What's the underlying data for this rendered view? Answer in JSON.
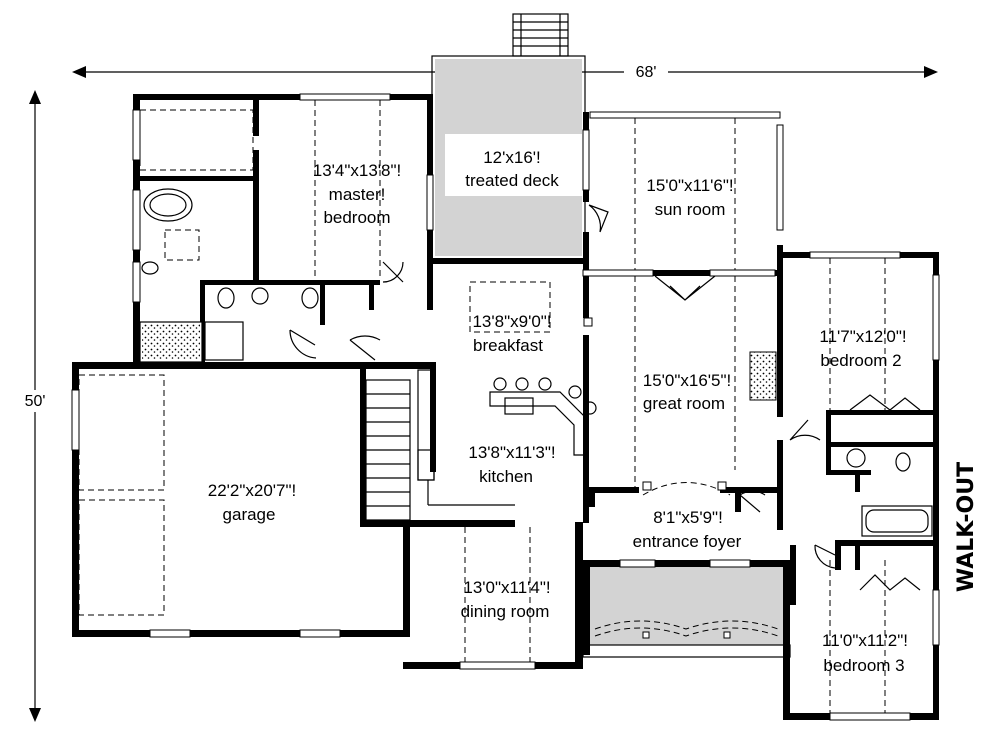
{
  "dimensions": {
    "width_total": "68'",
    "depth_total": "50'"
  },
  "rooms": {
    "master": {
      "size": "13'4\"x13'8\"!",
      "name1": "master!",
      "name2": "bedroom"
    },
    "deck": {
      "size": "12'x16'!",
      "name": "treated deck"
    },
    "sun": {
      "size": "15'0\"x11'6\"!",
      "name": "sun room"
    },
    "breakfast": {
      "size": "13'8\"x9'0\"!",
      "name": "breakfast"
    },
    "great": {
      "size": "15'0\"x16'5\"!",
      "name": "great room"
    },
    "bedroom2": {
      "size": "11'7\"x12'0\"!",
      "name": "bedroom 2"
    },
    "kitchen": {
      "size": "13'8\"x11'3\"!",
      "name": "kitchen"
    },
    "garage": {
      "size": "22'2\"x20'7\"!",
      "name": "garage"
    },
    "foyer": {
      "size": "8'1\"x5'9\"!",
      "name": "entrance foyer"
    },
    "dining": {
      "size": "13'0\"x11'4\"!",
      "name": "dining room"
    },
    "bedroom3": {
      "size": "11'0\"x11'2\"!",
      "name": "bedroom 3"
    }
  },
  "annotations": {
    "walkout": "WALK-OUT"
  },
  "colors": {
    "wall": "#000000",
    "deck_fill": "#d3d3d3",
    "background": "#ffffff"
  }
}
